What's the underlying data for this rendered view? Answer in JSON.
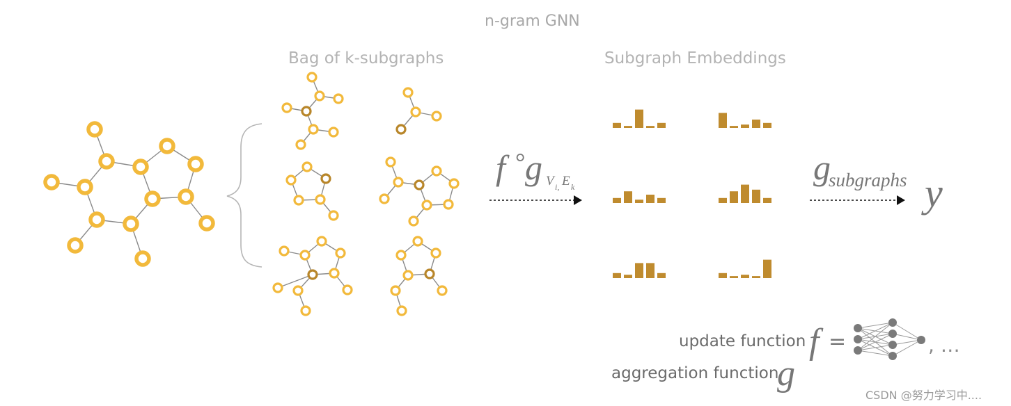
{
  "title": "n-gram GNN",
  "headings": {
    "bag": "Bag of k-subgraphs",
    "embeddings": "Subgraph Embeddings"
  },
  "formula": {
    "composition_f": "f",
    "composition_op": "°",
    "composition_g": "g",
    "sub_v": "V",
    "sub_i": "i,",
    "sub_e": "E",
    "sub_k": "k",
    "g_subgraphs_base": "g",
    "g_subgraphs_sub": "subgraphs",
    "output": "y"
  },
  "legend": {
    "update_label": "update function",
    "update_symbol": "f",
    "equals": "=",
    "ellipsis": ", …",
    "aggregation_label": "aggregation function",
    "aggregation_symbol": "g"
  },
  "watermark": "CSDN @努力学习中....",
  "colors": {
    "node": "#f2b93b",
    "node_dark": "#b8862a",
    "bar": "#bf8b2e",
    "edge": "#8a8a8a",
    "brace": "#b5b5b5",
    "nn_node": "#7a7a7a",
    "nn_edge": "#9a9a9a"
  },
  "embeddings": [
    [
      0.15,
      0.06,
      0.55,
      0.06,
      0.15
    ],
    [
      0.45,
      0.06,
      0.1,
      0.25,
      0.15
    ],
    [
      0.15,
      0.35,
      0.1,
      0.25,
      0.15
    ],
    [
      0.15,
      0.35,
      0.55,
      0.4,
      0.15
    ],
    [
      0.15,
      0.1,
      0.45,
      0.45,
      0.15
    ],
    [
      0.15,
      0.06,
      0.1,
      0.06,
      0.55
    ]
  ]
}
